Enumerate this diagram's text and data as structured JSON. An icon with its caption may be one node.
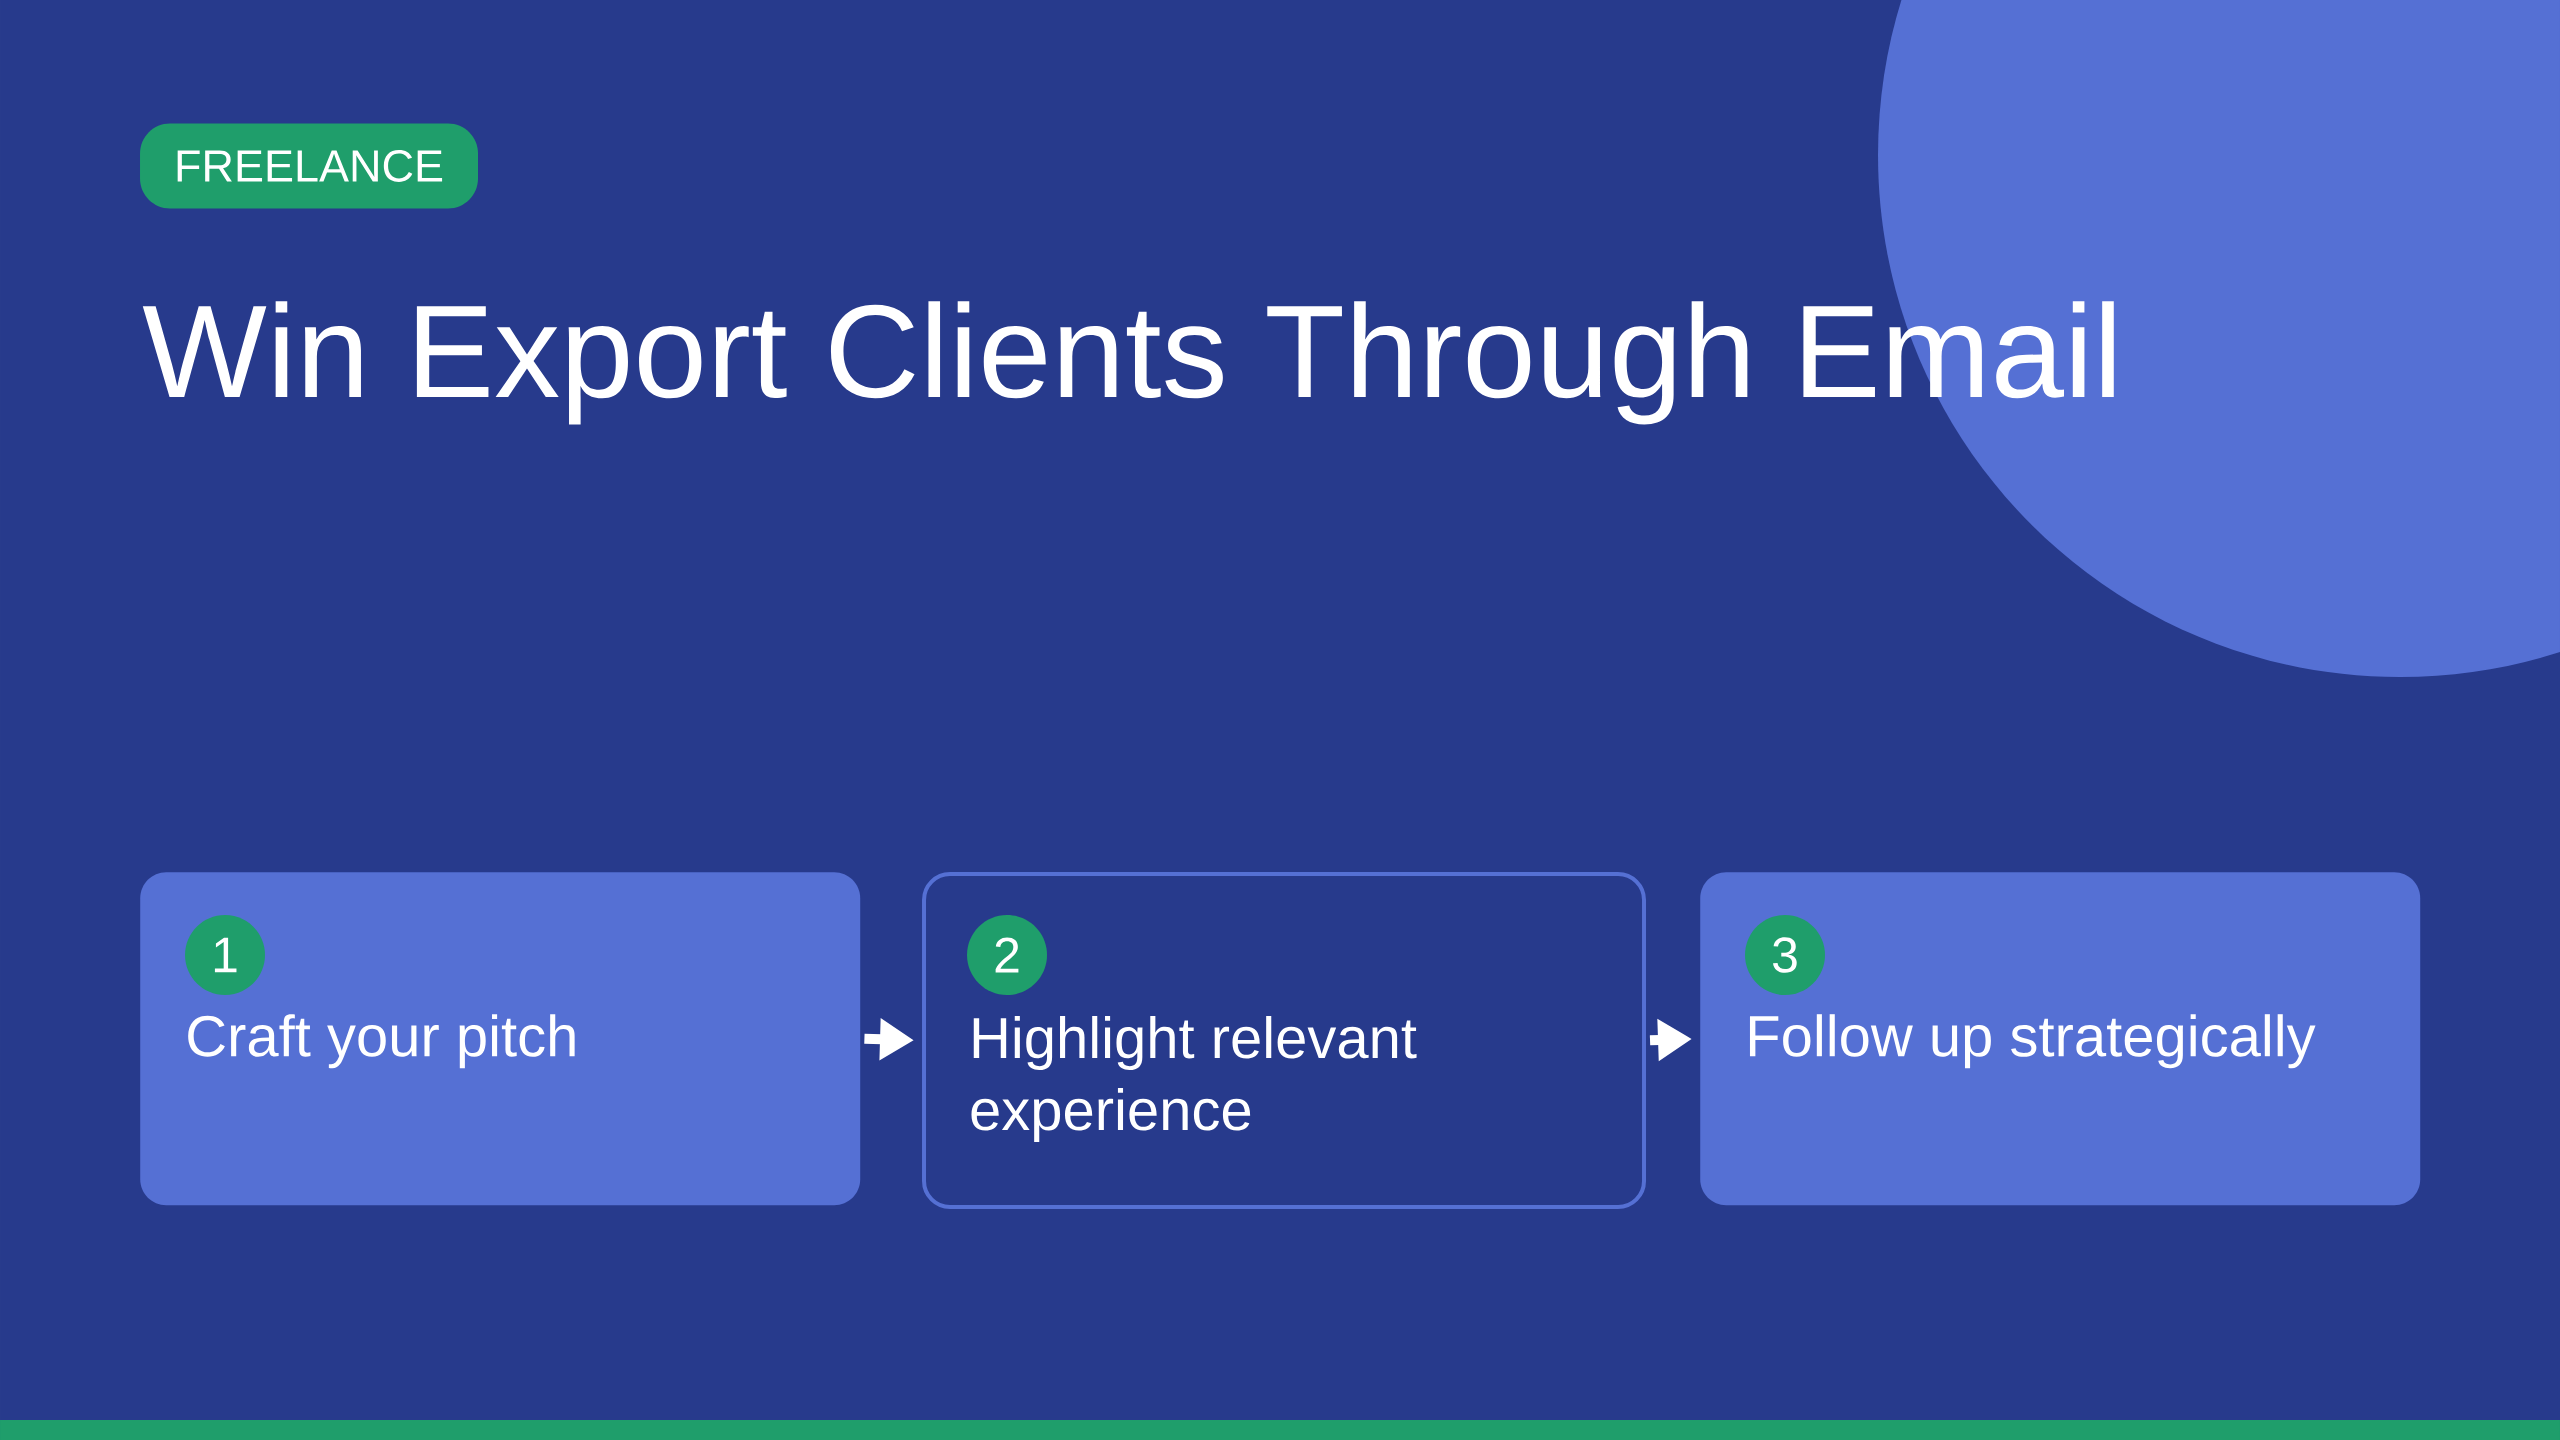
{
  "diagram": {
    "title": "Win Export Clients Through Email",
    "nodes": [
      {
        "text": [
          "FREELANCE"
        ]
      },
      {
        "text": [
          "Craft your pitch"
        ]
      },
      {
        "text": [
          "1"
        ],
        "in": 1
      },
      {
        "text": [
          "Highlight relevant experience"
        ]
      },
      {
        "text": [
          "2"
        ],
        "in": 3
      },
      {
        "text": [
          "Follow up strategically"
        ]
      },
      {
        "text": [
          "3"
        ],
        "in": 5
      }
    ],
    "edges": [
      {
        "from": 1,
        "to": 3,
        "arrow": "to"
      },
      {
        "from": 3,
        "to": 5,
        "arrow": "to"
      }
    ]
  }
}
